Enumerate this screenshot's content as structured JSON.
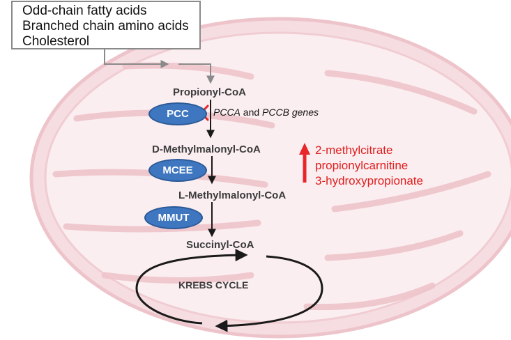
{
  "sources": [
    "Odd-chain fatty acids",
    "Branched chain amino acids",
    "Cholesterol"
  ],
  "metabolites": {
    "propionyl": "Propionyl-CoA",
    "d_methylmalonyl": "D-Methylmalonyl-CoA",
    "l_methylmalonyl": "L-Methylmalonyl-CoA",
    "succinyl": "Succinyl-CoA"
  },
  "enzymes": {
    "pcc": "PCC",
    "mcee": "MCEE",
    "mmut": "MMUT"
  },
  "genes": {
    "gene1": "PCCA",
    "and": " and ",
    "gene2": "PCCB genes"
  },
  "elevated_markers": [
    "2-methylcitrate",
    "propionylcarnitine",
    "3-hydroxypropionate"
  ],
  "cycle_label": "KREBS CYCLE",
  "colors": {
    "mitochondrion_fill": "#f6dde1",
    "mitochondrion_stroke": "#eec4cb",
    "enzyme_fill": "#3e76c0",
    "block_mark": "#e8262a",
    "elevated_markers": "#e01e1e",
    "arrows": "#1a1a1a"
  },
  "icons": {
    "block": "cross-mark-icon",
    "increase": "up-arrow-icon"
  }
}
